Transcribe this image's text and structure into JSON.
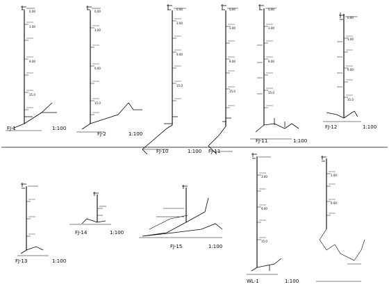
{
  "drawing": {
    "top_row": [
      {
        "id": "d1",
        "caption_prefix": "FJ-1",
        "scale": "1:100"
      },
      {
        "id": "d2",
        "caption_prefix": "FJ-2",
        "scale": "1:100"
      },
      {
        "id": "d3",
        "caption_prefix": "FJ-10",
        "scale": "1:100"
      },
      {
        "id": "d4",
        "caption_prefix": "FJ-11",
        "scale": "1:100"
      },
      {
        "id": "d5",
        "caption_prefix": "FJ-11",
        "scale": "1:100"
      },
      {
        "id": "d6",
        "caption_prefix": "FJ-12",
        "scale": "1:100"
      }
    ],
    "bottom_row": [
      {
        "id": "d7",
        "caption_prefix": "FJ-13",
        "scale": "1:100"
      },
      {
        "id": "d8",
        "caption_prefix": "FJ-14",
        "scale": "1:100"
      },
      {
        "id": "d9",
        "caption_prefix": "FJ-15",
        "scale": "1:100"
      },
      {
        "id": "d10",
        "caption_prefix": "WL-1",
        "scale": "1:100"
      }
    ]
  }
}
